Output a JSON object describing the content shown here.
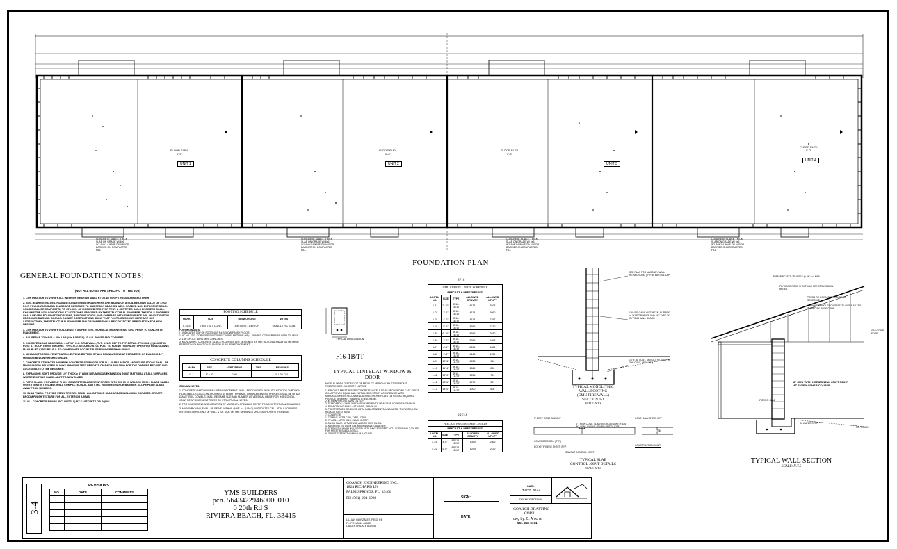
{
  "plan": {
    "title": "FOUNDATION PLAN",
    "units": [
      "UNIT 1",
      "UNIT 2",
      "UNIT 3",
      "UNIT 4"
    ],
    "floor_elev": "FLOOR ELEV.",
    "floor_val": "0'-0\"",
    "slab_note": "CONCRETE SLAB 4\" THICK SLAB ON GRADE W/ 6x6 W1.4xW1.4 WWF ON VAPOR BARRIER ON COMPACTED FILL"
  },
  "general_notes": {
    "title": "GENERAL FOUNDATION NOTES:",
    "subtitle": "(NOT ALL NOTES ARE SPECIFIC TO THIS JOB)",
    "items": [
      "1. CONTRACTOR TO VERIFY ALL INTERIOR BEARING WALL FT'GS W/ ROOF TRUSS MANUFACTURER.",
      "2. SOIL BEARING VALUES. FOUNDATION DESIGNS SHOWN HERE ARE BASED ON A SOIL BEARING VALUE OF 2,000 P.S.F. FOUNDATIONS AND SLABS ARE DESIGNED TO UNIFORMLY BEAR ON WELL GRADED NON EXPANSIVE SOILS. SOILS SHALL BE COMPACTED TO 95% MIN. OF MODIFIED PROCTOR TEST. A CERTIFIED SOILS ENGINEER SHALL EXAMINE THE SOIL CONDITIONS AT LOCATIONS SPECIFIED BY THE STRUCTURAL ENGINEER. THE SOILS ENGINEER SHALL REVIEW FOUNDATION DESIGNS, BUILDING LOADS, AND COMPARE WITH SUBSURFACE SOIL INVESTIGATION RECOMMENDATIONS. SHOULD ON-SITE OBSERVATIONS SHOW THAT FOOTINGS SHOWN HERE ARE NOT SATISFACTORY, THE STRUCTURAL ENGINEER AND DESIGNER SHALL BE CONTACTED IMMEDIATELY FOR NEW DESIGNS.",
      "3. CONTRACTOR TO VERIFY SOIL DENSITY AS PER GEO-TECHNICAL ENGINEERING SOC. PRIOR TO CONCRETE PLACEMENT.",
      "4. ALL REBAR TO HAVE A 30in LAP (#5s BAR DIA) AT ALL JOINTS AND CORNERS.",
      "5. INDICATES LOAD BEARING 2x 6 AT 16\" O.C. STUD WALL, TYP. U.N.O. REF TO TYP DETAIL. PROVIDE (2) 2x6 STUD POST AT ROOF TRUSS GIRDERS TYP. U.N.O. SECURED STUD POST TO FDN W/ \"SIMPSON\" SPECIFIED HOLD DOWNS MAX UPLIFT 6170 LBS. G.C. TO COORDINATE LOC W/ TRUSS ENGINEER SHOP DWG'S",
      "6. MINIMUM FOOTING PENETRATION. EXTEND BOTTOM OF ALL FOUNDATIONS AT PERIMETER OF BUILDING 12\" MINIMUM BELOW FINISHED GRADE.",
      "7. CONCRETE STRENGTH. MINIMUM CONCRETE STRENGTH FOR ALL SLABS PATIOS, AND FOUNDATIONS SHALL BE MINIMUM 3000 PSI AFTER 28 DAYS. PROVIDE TEST REPORTS ON EACH BUILDING FOR THE OWNERS RECORD AND ACCESSIBLE TO THE DESIGNER.",
      "8. EXPANSION JOINT. PROVIDE 1/2\" THICK x 4\" WIDE BITUMINOUS EXPANSION JOINT MATERIAL AT ALL SURFACES WHERE EXISTING SLABS ABUT TO NEW SLABS.",
      "9. PATIO SLABS. PROVIDE 4\" THICK CONCRETE SLABS REINFORCED WITH 6X6 10 10 WELDED MESH. PLACE SLABS OVER TERMITE TREATED, WELL COMPACTED SOIL AND 6 MIL VISQUEEN VAPOR BARRIER. SLOPE PATIO SLABS AWAY FROM BUILDING.",
      "10. SLAB FINISH. PROVIDE STEEL TROWEL FINISH ALL INTERIOR SLAB AREAS INCLUDING GARAGES. CREATE BROOM FINISH TEXTURE FOR ALL EXTERIOR AREAS.",
      "11. ALL CONCRETE BEAMS (P.C. LINTELS) BY CASTCRETE OR EQUAL."
    ]
  },
  "footing_schedule": {
    "title": "FOOTING SCHEDULE",
    "headers": [
      "MARK",
      "SIZE",
      "REINFORCING",
      "NOTES"
    ],
    "rows": [
      [
        "F-16.5",
        "1'-6\"x 1'-4\" x CONT.",
        "3 #5 BOTT., 1 #5 TOP",
        "MONOLITHIC SLAB"
      ]
    ],
    "notes_title": "FOOTING NOTES:",
    "notes": [
      "( ) INDICATES TOP OF FOOTINGS F.# BELOW FINISH FLOOR.",
      "1. AT ALL FTG. CORNERS & INTERSECTIONS, PROVIDE (#5) L-SHAPED CORNER BARS WITH 30\" LEGS",
      "2. LAP SPLICE BARS MIN. 30 INCHES.",
      "3. MONOLITHIC CONCRETE SLAB & FOOTINGS ARE DESIGNED BY THE RATIONAL ANALYSIS METHOD REFER TO FOUNDATION PLAN FOR SLAB REINFORCEMENT"
    ]
  },
  "column_schedule": {
    "title": "CONCRETE COLUMNS SCHEDULE",
    "headers": [
      "MARK",
      "SIZE",
      "VERT. REINF.",
      "TIES",
      "REMARKS"
    ],
    "rows": [
      [
        "C-1",
        "8\" x 8\"",
        "1 #5",
        "—",
        "FILLED CELL"
      ]
    ],
    "notes_title": "COLUMN NOTES:",
    "notes": [
      "1. CONCRETE MASONRY WALL REINFORCEMENT SHALL BE DOWELED FROM FOUNDATION THROUGH FILLED BLOCK CELLS AND HOOKED AT BEAM TOP BARS. REINFORCEMENT SPLICES SHALL BE 48 BAR DIAMETERS. DOWELS SHALL BE SAME SIZE AND NUMBER AS VERTICAL REINF. FOR HORIZONTAL JOINT REINFORCEMENT REFER TO STRUCTURAL NOTES.",
      "2. FOR DIMENSIONS AND LOCATION OF MASONRY OPENINGS REFER TO ARCHITECTURAL DRAWINGS.",
      "3. MASONRY WALL SHALL BE REINF. WITH #5 @ 48\" o.c. (U.N.O) IN GROUTED CELL AT ALL CORNERS INTERSECTIONS, END OF WALL & EA. SIDE OF THE OPENINGS UNLESS SHOWN OTHERWISE."
    ]
  },
  "lintel": {
    "label": "F16-1B/1T",
    "title": "TYPICAL LINTEL AT WINDOW & DOOR",
    "detail_caption": "TYPICAL DESIGNATION",
    "note": "NOTE: FLORIDA CERTIFICATE OF PRODUCT APPROVAL BY FTIS PRECAST PRESTRESSED CONCRETE LINTELS",
    "notes": [
      "1. PRECAST, PRESTRESSED CONCRETE LINTELS TO BE PROVIDED BY CAST-CRETE OR APPROVED EQUAL AND INSTALLED IN STRICT ACCORDANCE WITH MANUFACTURERS RECOMMENDATIONS. SHORE FILLED LINTELS AS REQUIRED.",
      "PROVIDE MINIMUM 4\" BEARING AT EACH END.",
      "2. #4 REINFORCING BARS ON TOP.",
      "3. STANDARDS: COMPLY WITH REQUIREMENTS OF ACI 318, ACI 530 & ASTM A615.",
      "4. REINFORCING BARS: ASTM A615, GRADE 60.",
      "5. PRESTRESSED TENDONS: ASTM A416, GRADE 270, UNCOATED, 7/16\" WIRE, LOW RELAXATION STRAND.",
      "7. CONCRETE:",
      "1. CEMENT: ASTM C150, TYPE I OR III.",
      "2. FLY ASH: ASTM C618, CLASS C OR F.",
      "3. SILICA FUME: ASTM C1240, AMORPHOUS SILICA.",
      "4. AGGREGATES: ASTM C33, MAXIMUM 3/8\" DIAMETER.",
      "5. STRENGTH: MINIMUM 6,000 PSI AT 28 DAYS FOR PRECAST LINTELS AND 3,000 PSI FOR PRESTRESSED LINTELS.",
      "6. GROUT STRENGTH: MINIMUM 3,000 PSI."
    ]
  },
  "lintel_schedule": {
    "label": "8F16",
    "title": "CMU CREETE LINTEL SCHEDULE",
    "group": "PRECAST & PRESTRESSED",
    "headers": [
      "LINTEL NO.",
      "SIZE",
      "TYPE",
      "ALLOWED GRAVITY",
      "ALLOWED UPLIFT"
    ],
    "rows": [
      [
        "L-1",
        "2'-10\"",
        "8F16-1B/1T",
        "4173",
        "3808"
      ],
      [
        "L-2",
        "3'-6\"",
        "8F16-1B/1T",
        "4113",
        "3090"
      ],
      [
        "L-3",
        "4'-0\"",
        "8F16-1B/1T",
        "4113",
        "2767"
      ],
      [
        "L-4",
        "5'-6\"",
        "8F16-1B/1T",
        "4265",
        "2270"
      ],
      [
        "L-5",
        "6'-10\"",
        "8F16-1B/1T",
        "4265",
        "2030"
      ],
      [
        "L-6",
        "7'-6\"",
        "8F16-1B/1T",
        "3265",
        "1865"
      ],
      [
        "L-7",
        "8'-6\"",
        "8F16-1B/1T",
        "2401",
        "1624"
      ],
      [
        "L-8",
        "9'-4\"",
        "8F16-1B/1T",
        "1443",
        "1130"
      ],
      [
        "L-9",
        "10'-6\"",
        "8F16-1B/1T",
        "1533",
        "916"
      ],
      [
        "L-10",
        "11'-4\"",
        "8F16-1B/1T",
        "1365",
        "806"
      ],
      [
        "L-11",
        "12'-0\"",
        "8F16-1B/1T",
        "1256",
        "724"
      ],
      [
        "L-12",
        "13'-6\"",
        "8F16-1B/1T",
        "1079",
        "587"
      ],
      [
        "L-13",
        "14'-0\"",
        "8F16-1B/1T",
        "1000",
        "608"
      ]
    ]
  },
  "lintel_schedule2": {
    "label": "8RF14",
    "title": "PRECAST PRESTRESSED LINTELS",
    "group": "PRECAST & PRESTRESSED",
    "headers": [
      "LINTEL NO.",
      "SIZE",
      "TYPE",
      "ALLOWED GRAVITY",
      "ALLOWED UPLIFT"
    ],
    "rows": [
      [
        "L-21",
        "4'-6\"",
        "8RF14-1B/1T",
        "6300",
        "2362"
      ],
      [
        "L-22",
        "5'-0\"",
        "8RF14-1B/1T",
        "6200",
        "2372"
      ]
    ]
  },
  "footing_section": {
    "title1": "TYPICAL MONOLITHIC",
    "title2": "WALL FOOTING",
    "title3": "(CMU FIRE WALL)",
    "title4": "SECTION 1-1",
    "scale": "SCALE: N.T.S",
    "callouts": [
      "SEE PLAN FOR MASONRY WALL REINFORCING (TYP. 8\" BAR DIA. LAP)",
      "16% P.F. GALV. W/ 2\" METAL FURRING or 3x2 FIT BORATE AND 5/8\" TYPE \"X\" GYPSUM WALL BOARD",
      "16\" x 16\" CONT. MONOLITHIC FTG. W/ 3 #5 CONT. (3000 PSI)"
    ]
  },
  "slab_joint": {
    "title1": "TYPICAL SLAB",
    "title2": "CONTROL JOINT DETAILS",
    "scale": "SCALE: N.T.S",
    "callouts": [
      "1\" DEEP CONT. SAWCUT",
      "4\" THICK CONC. SLAB ON GROUND WITH 6X6 W1.4XW1.4 W.W.F. ON MID-DEPTH (TYP.)",
      "CONT. GALV. STEEL KEY",
      "COMPACTED SOIL (TYP.)",
      "POLYETHYLENE SHEET (TYP.)",
      "SAWCUT CONTROL JOINT",
      "CONSTRUCTION JOINT"
    ]
  },
  "wall_section": {
    "title": "TYPICAL WALL SECTION",
    "scale": "SCALE: N.T.S",
    "callouts": [
      "PREFABRICATED TRUSSES @ 24\" o.c. MAX",
      "PLYWOOD ROOF SHEATHING SEE STRUCTURAL NOTES",
      "TRUSS TIE DOWN SEE PLANS AND SCHEDULE",
      "ASPHALT SHINGLES OVER FELT LAYERS AS TAG SIGNED BY ROOF CODE",
      "GALV. DRIP EDGE",
      "8\" CMU WITH HORIZONTAL JOINT REINF. AT EVERY OTHER COURSE",
      "4\" CONC. SLAB",
      "6\" WATER STOP",
      "FIN. GRADE"
    ]
  },
  "title_block": {
    "sheet": "3-4",
    "revisions_title": "REVISIONS",
    "revisions_headers": [
      "NO.",
      "DATE",
      "COMMENTS"
    ],
    "owner": "YMS BUILDERS",
    "pcn": "pcn. 56434229460000010",
    "address1": "0 20th Rd S",
    "address2": "RIVIERA BEACH, FL. 33415",
    "engineer_name": "GOARCH ENGINEERING INC.",
    "engineer_addr1": "1824 RICHARD LN",
    "engineer_addr2": "PALM SPRINGS, FL. 33406",
    "engineer_ph": "PH (561)-294-6929",
    "engineer_seal1": "LILLIAN QUINZALEZ, P.E.D. P.E",
    "engineer_seal2": "FL. P.E. #0811 ##0825",
    "engineer_seal3": "CA CERTIFICATE # 32045",
    "sign_label": "SIGN:",
    "date_label": "DATE:",
    "date_title": "DATE:",
    "date_value": "march 2022",
    "designer_label": "DIPLAN JOB DESIGN",
    "corp1": "GOARCH DRAFTING",
    "corp2": "CORP.",
    "drawn": "dwg by: C. Arocha",
    "phone": "561-818-5171"
  }
}
